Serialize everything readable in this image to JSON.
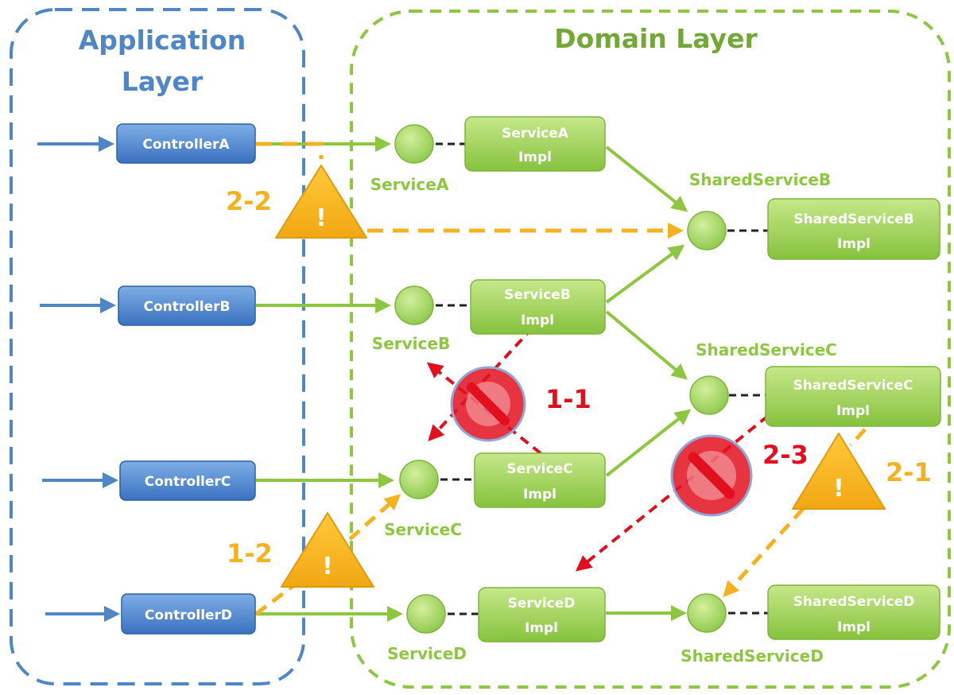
{
  "layers": {
    "application": {
      "line1": "Application",
      "line2": "Layer",
      "color": "#4f86c6"
    },
    "domain": {
      "label": "Domain Layer",
      "color": "#8dc63f"
    }
  },
  "controllers": [
    {
      "label": "ControllerA"
    },
    {
      "label": "ControllerB"
    },
    {
      "label": "ControllerC"
    },
    {
      "label": "ControllerD"
    }
  ],
  "services": [
    {
      "interface": "ServiceA",
      "impl_line1": "ServiceA",
      "impl_line2": "Impl"
    },
    {
      "interface": "ServiceB",
      "impl_line1": "ServiceB",
      "impl_line2": "Impl"
    },
    {
      "interface": "ServiceC",
      "impl_line1": "ServiceC",
      "impl_line2": "Impl"
    },
    {
      "interface": "ServiceD",
      "impl_line1": "ServiceD",
      "impl_line2": "Impl"
    }
  ],
  "shared_services": [
    {
      "interface": "SharedServiceB",
      "impl_line1": "SharedServiceB",
      "impl_line2": "Impl"
    },
    {
      "interface": "SharedServiceC",
      "impl_line1": "SharedServiceC",
      "impl_line2": "Impl"
    },
    {
      "interface": "SharedServiceD",
      "impl_line1": "SharedServiceD",
      "impl_line2": "Impl"
    }
  ],
  "annotations": {
    "warn_2_2": "2-2",
    "warn_1_2": "1-2",
    "warn_2_1": "2-1",
    "forbid_1_1": "1-1",
    "forbid_2_3": "2-3",
    "warn_symbol": "!"
  },
  "colors": {
    "controller": "#4f86c6",
    "service": "#8dc63f",
    "warning": "#f5b21f",
    "forbidden": "#e2101f"
  }
}
